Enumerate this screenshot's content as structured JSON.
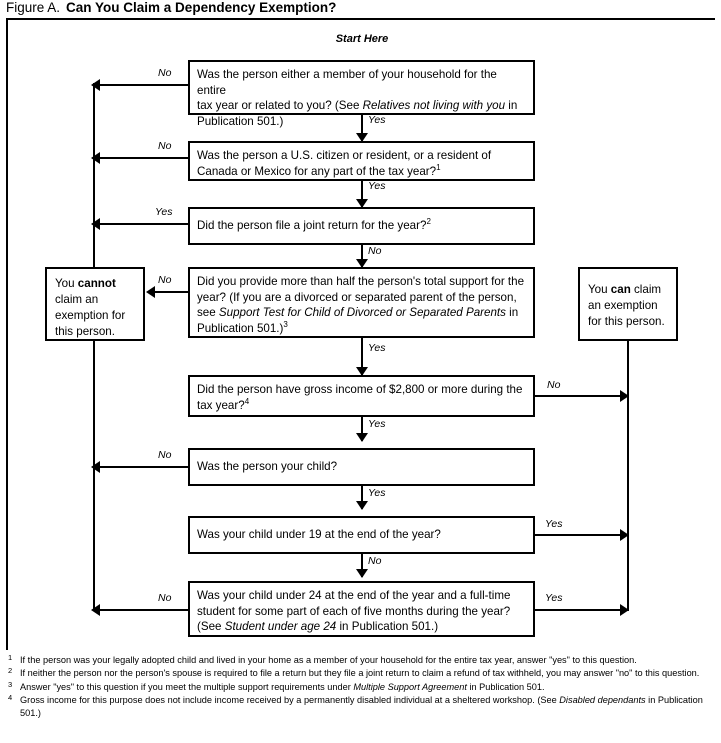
{
  "figure": {
    "label": "Figure A.",
    "title": "Can You Claim a Dependency Exemption?"
  },
  "start_label": "Start Here",
  "boxes": {
    "q1": {
      "id": "household-or-related",
      "text_1": "Was the person either a member of your household for the entire",
      "text_2a": "tax year or related to you? (See ",
      "text_2i": "Relatives not living with you",
      "text_2b": " in",
      "text_3": "Publication 501.)"
    },
    "q2": {
      "id": "citizen-or-resident",
      "text_1": "Was the person a U.S. citizen or resident, or a resident of",
      "text_2": "Canada or Mexico for any part of the tax year?",
      "footnote_ref": "1"
    },
    "q3": {
      "id": "joint-return",
      "text_1": "Did the person file a joint return for the year?",
      "footnote_ref": "2"
    },
    "q4": {
      "id": "half-total-support",
      "text_1": "Did you provide more than half the person's total support for the",
      "text_2": "year? (If you are a divorced or separated parent of the person,",
      "text_3a": "see ",
      "text_3i": "Support Test for Child of Divorced or Separated Parents",
      "text_3b": " in",
      "text_4": "Publication 501.)",
      "footnote_ref": "3"
    },
    "q5": {
      "id": "gross-income",
      "text_1": "Did the person have gross income of $2,800 or more during the",
      "text_2": "tax year?",
      "footnote_ref": "4"
    },
    "q6": {
      "id": "person-your-child",
      "text_1": "Was the person your child?"
    },
    "q7": {
      "id": "child-under-19",
      "text_1": "Was your child under 19 at the end of the year?"
    },
    "q8": {
      "id": "child-under-24-student",
      "text_1": "Was your child under 24 at the end of the year and a full-time",
      "text_2": "student for some part of each of five months during the year?",
      "text_3a": "(See ",
      "text_3i": "Student under age 24",
      "text_3b": " in Publication 501.)"
    },
    "cannot": {
      "id": "cannot-claim",
      "text_1a": "You ",
      "text_1b": "cannot",
      "text_2": "claim an",
      "text_3": "exemption  for",
      "text_4": "this person."
    },
    "can": {
      "id": "can-claim",
      "text_1a": "You ",
      "text_1b": "can",
      "text_1c": " claim",
      "text_2": "an exemption",
      "text_3": "for this person."
    }
  },
  "edges": {
    "q1_no": "No",
    "q1_yes": "Yes",
    "q2_no": "No",
    "q2_yes": "Yes",
    "q3_yes": "Yes",
    "q3_no": "No",
    "q4_no": "No",
    "q4_yes": "Yes",
    "q5_no": "No",
    "q5_yes": "Yes",
    "q6_no": "No",
    "q6_yes": "Yes",
    "q7_yes": "Yes",
    "q7_no": "No",
    "q8_no": "No",
    "q8_yes": "Yes"
  },
  "footnotes": [
    {
      "num": "1",
      "pre": "If the person was your legally adopted child and lived in your home as a member of your household for the entire tax year, answer \"yes\" to this question.",
      "italic": "",
      "post": ""
    },
    {
      "num": "2",
      "pre": "If neither the person nor the person's spouse is required to file a return but they file a joint return to claim a refund of tax withheld, you may answer \"no\" to this question.",
      "italic": "",
      "post": ""
    },
    {
      "num": "3",
      "pre": "Answer \"yes\" to this question if you meet the multiple support requirements under ",
      "italic": "Multiple Support Agreement",
      "post": " in Publication 501."
    },
    {
      "num": "4",
      "pre": "Gross income for this purpose does not include income received by a permanently disabled individual at a sheltered workshop. (See ",
      "italic": "Disabled dependants",
      "post": " in Publication 501.)"
    }
  ],
  "colors": {
    "ink": "#000000",
    "paper": "#ffffff"
  }
}
